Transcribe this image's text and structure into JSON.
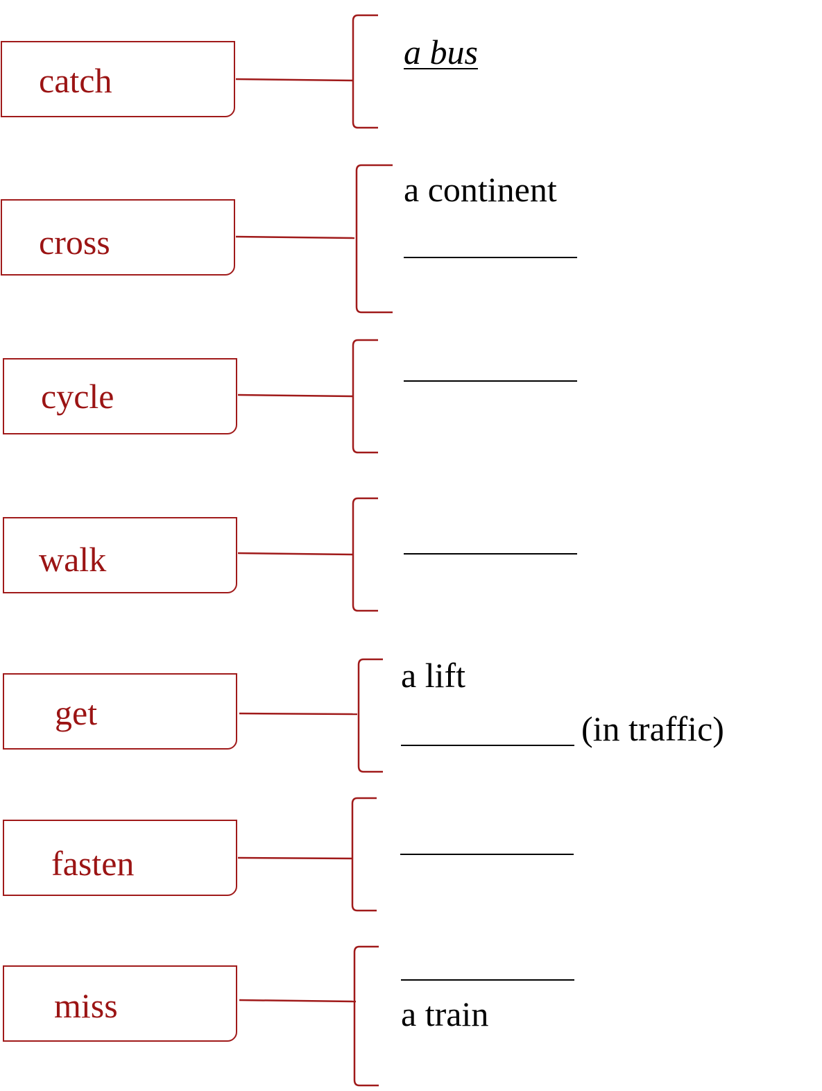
{
  "accent_color": "#a01a1a",
  "rows": [
    {
      "verb": "catch",
      "items": [
        {
          "kind": "example",
          "text": "a bus"
        }
      ]
    },
    {
      "verb": "cross",
      "items": [
        {
          "kind": "text",
          "text": "a continent"
        },
        {
          "kind": "blank"
        }
      ]
    },
    {
      "verb": "cycle",
      "items": [
        {
          "kind": "blank"
        }
      ]
    },
    {
      "verb": "walk",
      "items": [
        {
          "kind": "blank"
        }
      ]
    },
    {
      "verb": "get",
      "items": [
        {
          "kind": "text",
          "text": "a lift"
        },
        {
          "kind": "blank",
          "suffix": "(in traffic)"
        }
      ]
    },
    {
      "verb": "fasten",
      "items": [
        {
          "kind": "blank"
        }
      ]
    },
    {
      "verb": "miss",
      "items": [
        {
          "kind": "blank"
        },
        {
          "kind": "text",
          "text": "a train"
        }
      ]
    }
  ]
}
